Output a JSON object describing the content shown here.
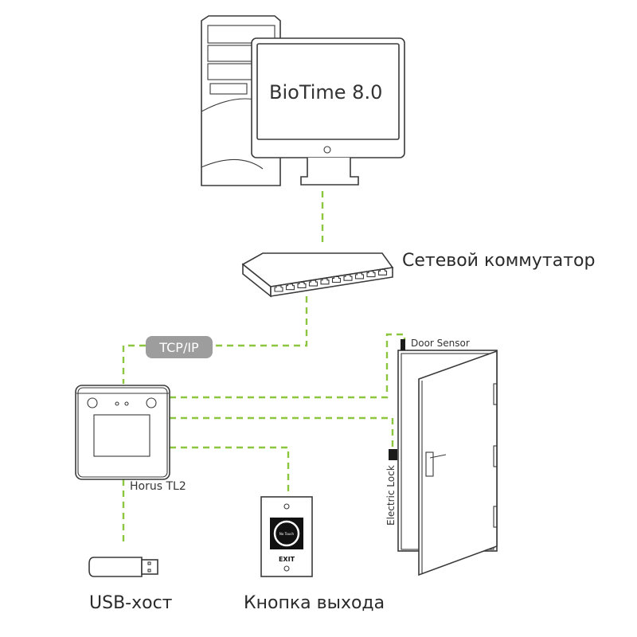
{
  "colors": {
    "connection": "#8cc63f",
    "outline": "#3a3a3a",
    "badge": "#9d9d9d"
  },
  "computer": {
    "software_label": "BioTime 8.0"
  },
  "switch": {
    "label": "Сетевой коммутатор",
    "port_count": 10
  },
  "connection": {
    "tcp_label": "TCP/IP"
  },
  "terminal": {
    "label": "Horus TL2"
  },
  "door": {
    "sensor_label": "Door Sensor",
    "lock_label": "Electric Lock"
  },
  "exit_button": {
    "inner_text": "No Touch",
    "exit_text": "EXIT",
    "label": "Кнопка выхода"
  },
  "usb": {
    "label_prefix": "USB-",
    "label_suffix": "хост"
  }
}
